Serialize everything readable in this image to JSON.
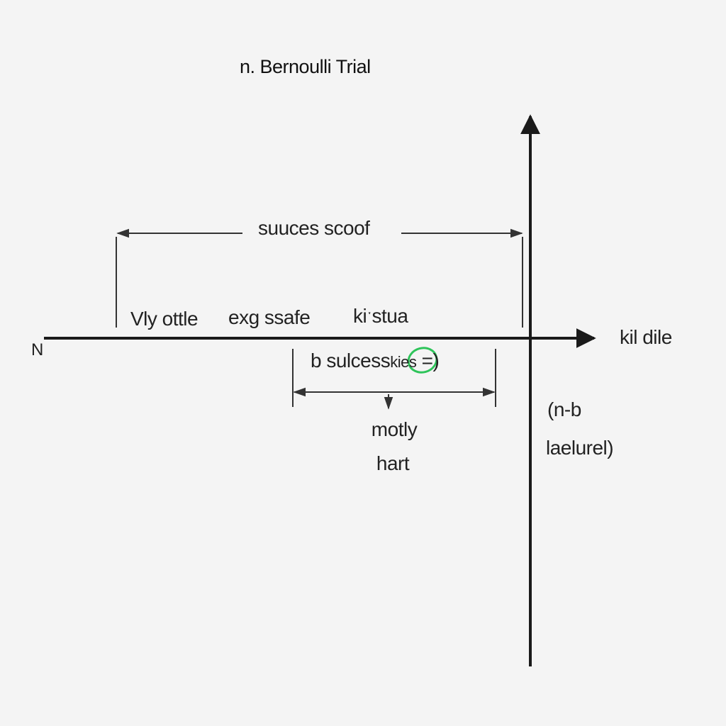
{
  "title": "n. Bernoulli Trial",
  "labels": {
    "top_span": "suuces scoof",
    "left_origin": "N",
    "x_axis_end": "kil dile",
    "above_axis_1": "Vly ottle",
    "above_axis_2": "exg ssafe",
    "above_axis_3": "kiˑstua",
    "below_span_prefix": "b sulcess",
    "below_span_circled": "kies",
    "below_span_suffix": " =)",
    "below_span_caption_1": "motly",
    "below_span_caption_2": "hart",
    "right_1": "(n-b",
    "right_2": "laelurel)"
  },
  "colors": {
    "line": "#1a1a1a",
    "dim_line": "#333333",
    "highlight": "#2ec45a",
    "background": "#f4f4f4"
  }
}
